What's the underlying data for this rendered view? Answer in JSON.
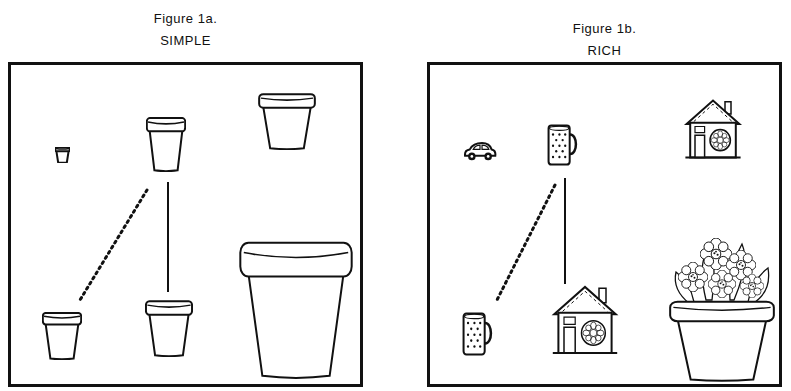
{
  "diagram": {
    "nodes": [
      {
        "text": [
          "Figure 1a.",
          "SIMPLE"
        ]
      },
      {
        "text": [
          "Figure 1b.",
          "RICH"
        ]
      }
    ]
  }
}
